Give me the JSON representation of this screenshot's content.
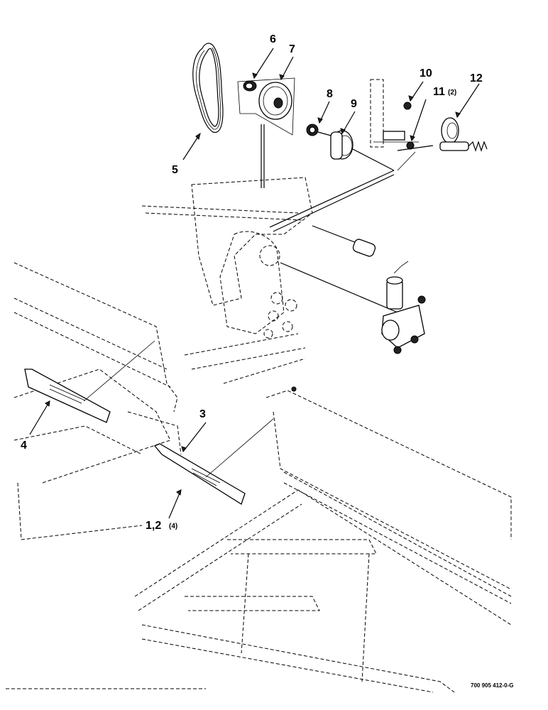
{
  "callouts": [
    {
      "id": "5",
      "text": "5"
    },
    {
      "id": "6",
      "text": "6"
    },
    {
      "id": "7",
      "text": "7"
    },
    {
      "id": "8",
      "text": "8"
    },
    {
      "id": "9",
      "text": "9"
    },
    {
      "id": "10",
      "text": "10"
    },
    {
      "id": "11",
      "text": "11",
      "qty": "(2)"
    },
    {
      "id": "12",
      "text": "12"
    },
    {
      "id": "3",
      "text": "3"
    },
    {
      "id": "4",
      "text": "4"
    },
    {
      "id": "1_2",
      "text": "1,2",
      "qty": "(4)"
    }
  ],
  "document_number": "700 905 412-0-G"
}
